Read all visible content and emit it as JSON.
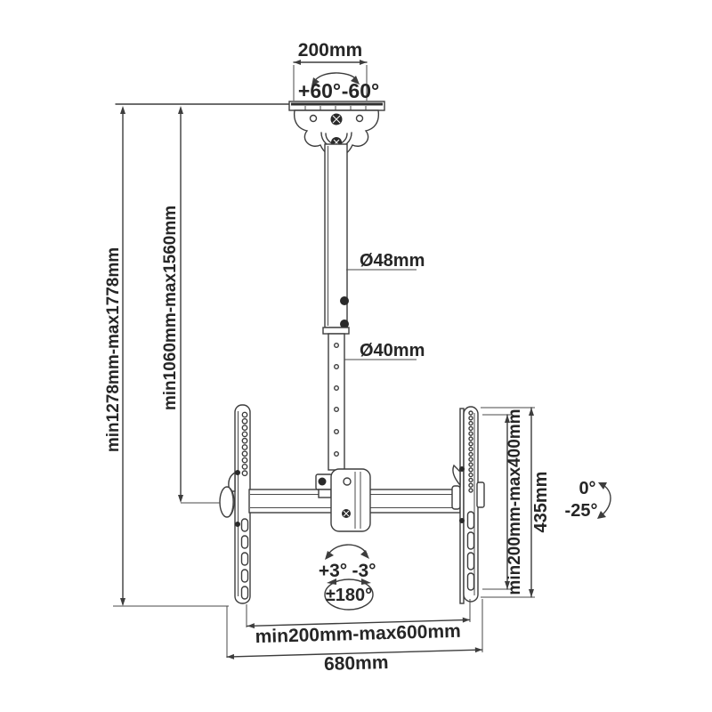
{
  "canvas": {
    "background": "#ffffff",
    "line_color": "#3d3d3d",
    "text_color": "#262626"
  },
  "labels": {
    "top_width": "200mm",
    "swivel_left": "+60°",
    "swivel_right": "-60°",
    "height_total": "min1278mm-max1778mm",
    "height_pole": "min1060mm-max1560mm",
    "pipe_upper_dia": "Ø48mm",
    "pipe_lower_dia": "Ø40mm",
    "vesa_height_range": "min200mm-max400mm",
    "bracket_height": "435mm",
    "tilt_up": "0°",
    "tilt_down": "-25°",
    "level_left": "+3°",
    "level_right": "-3°",
    "rotation": "±180°",
    "vesa_width_range": "min200mm-max600mm",
    "crossbar_width": "680mm"
  }
}
